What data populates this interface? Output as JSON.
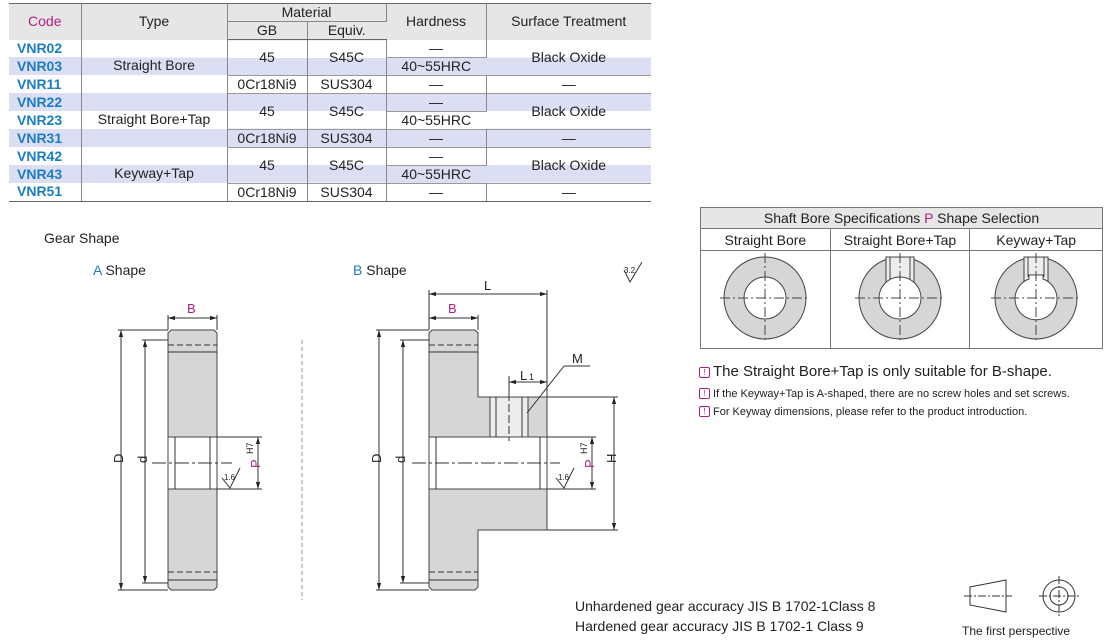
{
  "material_table": {
    "headers": {
      "code": "Code",
      "type": "Type",
      "material": "Material",
      "gb": "GB",
      "equiv": "Equiv.",
      "hardness": "Hardness",
      "surface": "Surface Treatment"
    },
    "rows": [
      {
        "code": "VNR02",
        "hardness": "—"
      },
      {
        "code": "VNR03",
        "hardness": "40~55HRC"
      },
      {
        "code": "VNR11",
        "gb": "0Cr18Ni9",
        "equiv": "SUS304",
        "hardness": "—",
        "surface": "—"
      },
      {
        "code": "VNR22",
        "hardness": "—"
      },
      {
        "code": "VNR23",
        "hardness": "40~55HRC"
      },
      {
        "code": "VNR31",
        "gb": "0Cr18Ni9",
        "equiv": "SUS304",
        "hardness": "—",
        "surface": "—"
      },
      {
        "code": "VNR42",
        "hardness": "—"
      },
      {
        "code": "VNR43",
        "hardness": "40~55HRC"
      },
      {
        "code": "VNR51",
        "gb": "0Cr18Ni9",
        "equiv": "SUS304",
        "hardness": "—",
        "surface": "—"
      }
    ],
    "groups": [
      {
        "type": "Straight Bore",
        "gb": "45",
        "equiv": "S45C",
        "surface": "Black Oxide"
      },
      {
        "type": "Straight Bore+Tap",
        "gb": "45",
        "equiv": "S45C",
        "surface": "Black Oxide"
      },
      {
        "type": "Keyway+Tap",
        "gb": "45",
        "equiv": "S45C",
        "surface": "Black Oxide"
      }
    ]
  },
  "gear_shape": {
    "title": "Gear Shape",
    "a_prefix": "A",
    "a_label": " Shape",
    "b_prefix": "B",
    "b_label": " Shape",
    "dims": {
      "B": "B",
      "L": "L",
      "L1": "L",
      "L1_sub": "1",
      "M": "M",
      "D": "D",
      "d": "d",
      "P": "P",
      "P_sub": "H7",
      "H": "H",
      "rough1": "1.6",
      "rough2": "3.2"
    }
  },
  "bore_spec": {
    "title_pre": "Shaft Bore Specifications ",
    "title_p": "P",
    "title_post": " Shape Selection",
    "columns": [
      "Straight Bore",
      "Straight Bore+Tap",
      "Keyway+Tap"
    ]
  },
  "notes": [
    "The Straight Bore+Tap is only suitable for B-shape.",
    "If the Keyway+Tap is A-shaped, there are no screw holes and set screws.",
    "For Keyway dimensions, please refer to the product introduction."
  ],
  "accuracy": {
    "line1": "Unhardened gear accuracy JIS B 1702-1Class 8",
    "line2": "Hardened gear accuracy JIS B 1702-1 Class 9"
  },
  "perspective_label": "The first perspective"
}
